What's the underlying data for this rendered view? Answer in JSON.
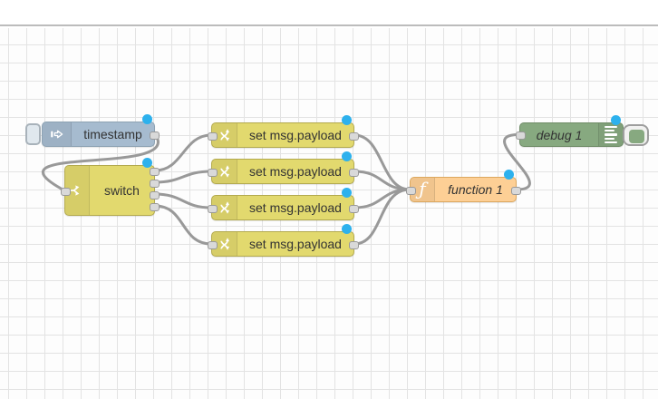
{
  "editor": {
    "background_color": "#ffffff",
    "grid_color": "#e3e3e3",
    "header_border_color": "#bcbcbc",
    "wire_color": "#999999",
    "port_color": "#d9d9d9",
    "changed_marker_color": "#2db1ed",
    "label_color": "#333333"
  },
  "nodes": [
    {
      "id": "timestamp",
      "type": "inject",
      "label": "timestamp",
      "color": "#a6bbcf",
      "icon": "inject-arrow-icon",
      "changed": true,
      "has_button": true
    },
    {
      "id": "switch",
      "type": "switch",
      "label": "switch",
      "color": "#e2d96e",
      "icon": "fork-icon",
      "changed": true,
      "outputs": 4
    },
    {
      "id": "change1",
      "type": "change",
      "label": "set msg.payload",
      "color": "#e2d96e",
      "icon": "shuffle-icon",
      "changed": true
    },
    {
      "id": "change2",
      "type": "change",
      "label": "set msg.payload",
      "color": "#e2d96e",
      "icon": "shuffle-icon",
      "changed": true
    },
    {
      "id": "change3",
      "type": "change",
      "label": "set msg.payload",
      "color": "#e2d96e",
      "icon": "shuffle-icon",
      "changed": true
    },
    {
      "id": "change4",
      "type": "change",
      "label": "set msg.payload",
      "color": "#e2d96e",
      "icon": "shuffle-icon",
      "changed": true
    },
    {
      "id": "function1",
      "type": "function",
      "label": "function 1",
      "color": "#fdcf95",
      "icon": "function-f-icon",
      "changed": true
    },
    {
      "id": "debug1",
      "type": "debug",
      "label": "debug 1",
      "color": "#87a980",
      "icon": "debug-list-icon",
      "changed": true,
      "has_toggle_button": true
    }
  ],
  "connections": [
    {
      "from": "timestamp",
      "to": "switch"
    },
    {
      "from": "switch:output1",
      "to": "change1"
    },
    {
      "from": "switch:output2",
      "to": "change2"
    },
    {
      "from": "switch:output3",
      "to": "change3"
    },
    {
      "from": "switch:output4",
      "to": "change4"
    },
    {
      "from": "change1",
      "to": "function1"
    },
    {
      "from": "change2",
      "to": "function1"
    },
    {
      "from": "change3",
      "to": "function1"
    },
    {
      "from": "change4",
      "to": "function1"
    },
    {
      "from": "function1",
      "to": "debug1"
    }
  ]
}
